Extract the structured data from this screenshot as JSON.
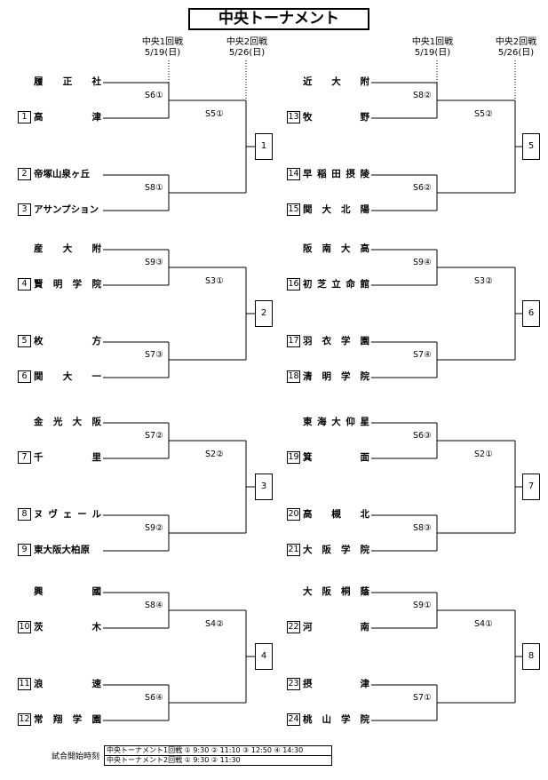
{
  "title": "中央トーナメント",
  "round_headers": {
    "r1": {
      "name": "中央1回戦",
      "date": "5/19(日)"
    },
    "r2": {
      "name": "中央2回戦",
      "date": "5/26(日)"
    }
  },
  "blocks": [
    {
      "teams": [
        {
          "seed": "",
          "name": "履正社"
        },
        {
          "seed": "1",
          "name": "高津"
        },
        {
          "seed": "2",
          "name": "帝塚山泉ヶ丘"
        },
        {
          "seed": "3",
          "name": "アサンプション"
        }
      ],
      "m1": "S6①",
      "m2": "S8①",
      "m3": "S5①",
      "winner": "1"
    },
    {
      "teams": [
        {
          "seed": "",
          "name": "産大附"
        },
        {
          "seed": "4",
          "name": "賢明学院"
        },
        {
          "seed": "5",
          "name": "枚方"
        },
        {
          "seed": "6",
          "name": "関大一"
        }
      ],
      "m1": "S9③",
      "m2": "S7③",
      "m3": "S3①",
      "winner": "2"
    },
    {
      "teams": [
        {
          "seed": "",
          "name": "金光大阪"
        },
        {
          "seed": "7",
          "name": "千里"
        },
        {
          "seed": "8",
          "name": "ヌヴェール"
        },
        {
          "seed": "9",
          "name": "東大阪大柏原"
        }
      ],
      "m1": "S7②",
      "m2": "S9②",
      "m3": "S2②",
      "winner": "3"
    },
    {
      "teams": [
        {
          "seed": "",
          "name": "興國"
        },
        {
          "seed": "10",
          "name": "茨木"
        },
        {
          "seed": "11",
          "name": "浪速"
        },
        {
          "seed": "12",
          "name": "常翔学園"
        }
      ],
      "m1": "S8④",
      "m2": "S6④",
      "m3": "S4②",
      "winner": "4"
    },
    {
      "teams": [
        {
          "seed": "",
          "name": "近大附"
        },
        {
          "seed": "13",
          "name": "牧野"
        },
        {
          "seed": "14",
          "name": "早稲田摂陵"
        },
        {
          "seed": "15",
          "name": "関大北陽"
        }
      ],
      "m1": "S8②",
      "m2": "S6②",
      "m3": "S5②",
      "winner": "5"
    },
    {
      "teams": [
        {
          "seed": "",
          "name": "阪南大高"
        },
        {
          "seed": "16",
          "name": "初芝立命館"
        },
        {
          "seed": "17",
          "name": "羽衣学園"
        },
        {
          "seed": "18",
          "name": "清明学院"
        }
      ],
      "m1": "S9④",
      "m2": "S7④",
      "m3": "S3②",
      "winner": "6"
    },
    {
      "teams": [
        {
          "seed": "",
          "name": "東海大仰星"
        },
        {
          "seed": "19",
          "name": "箕面"
        },
        {
          "seed": "20",
          "name": "高槻北"
        },
        {
          "seed": "21",
          "name": "大阪学院"
        }
      ],
      "m1": "S6③",
      "m2": "S8③",
      "m3": "S2①",
      "winner": "7"
    },
    {
      "teams": [
        {
          "seed": "",
          "name": "大阪桐蔭"
        },
        {
          "seed": "22",
          "name": "河南"
        },
        {
          "seed": "23",
          "name": "摂津"
        },
        {
          "seed": "24",
          "name": "桃山学院"
        }
      ],
      "m1": "S9①",
      "m2": "S7①",
      "m3": "S4①",
      "winner": "8"
    }
  ],
  "schedule": {
    "label": "試合開始時刻",
    "rows": [
      "中央トーナメント1回戦 ① 9:30 ② 11:10 ③ 12:50 ④ 14:30",
      "中央トーナメント2回戦 ① 9:30 ② 11:30"
    ]
  }
}
